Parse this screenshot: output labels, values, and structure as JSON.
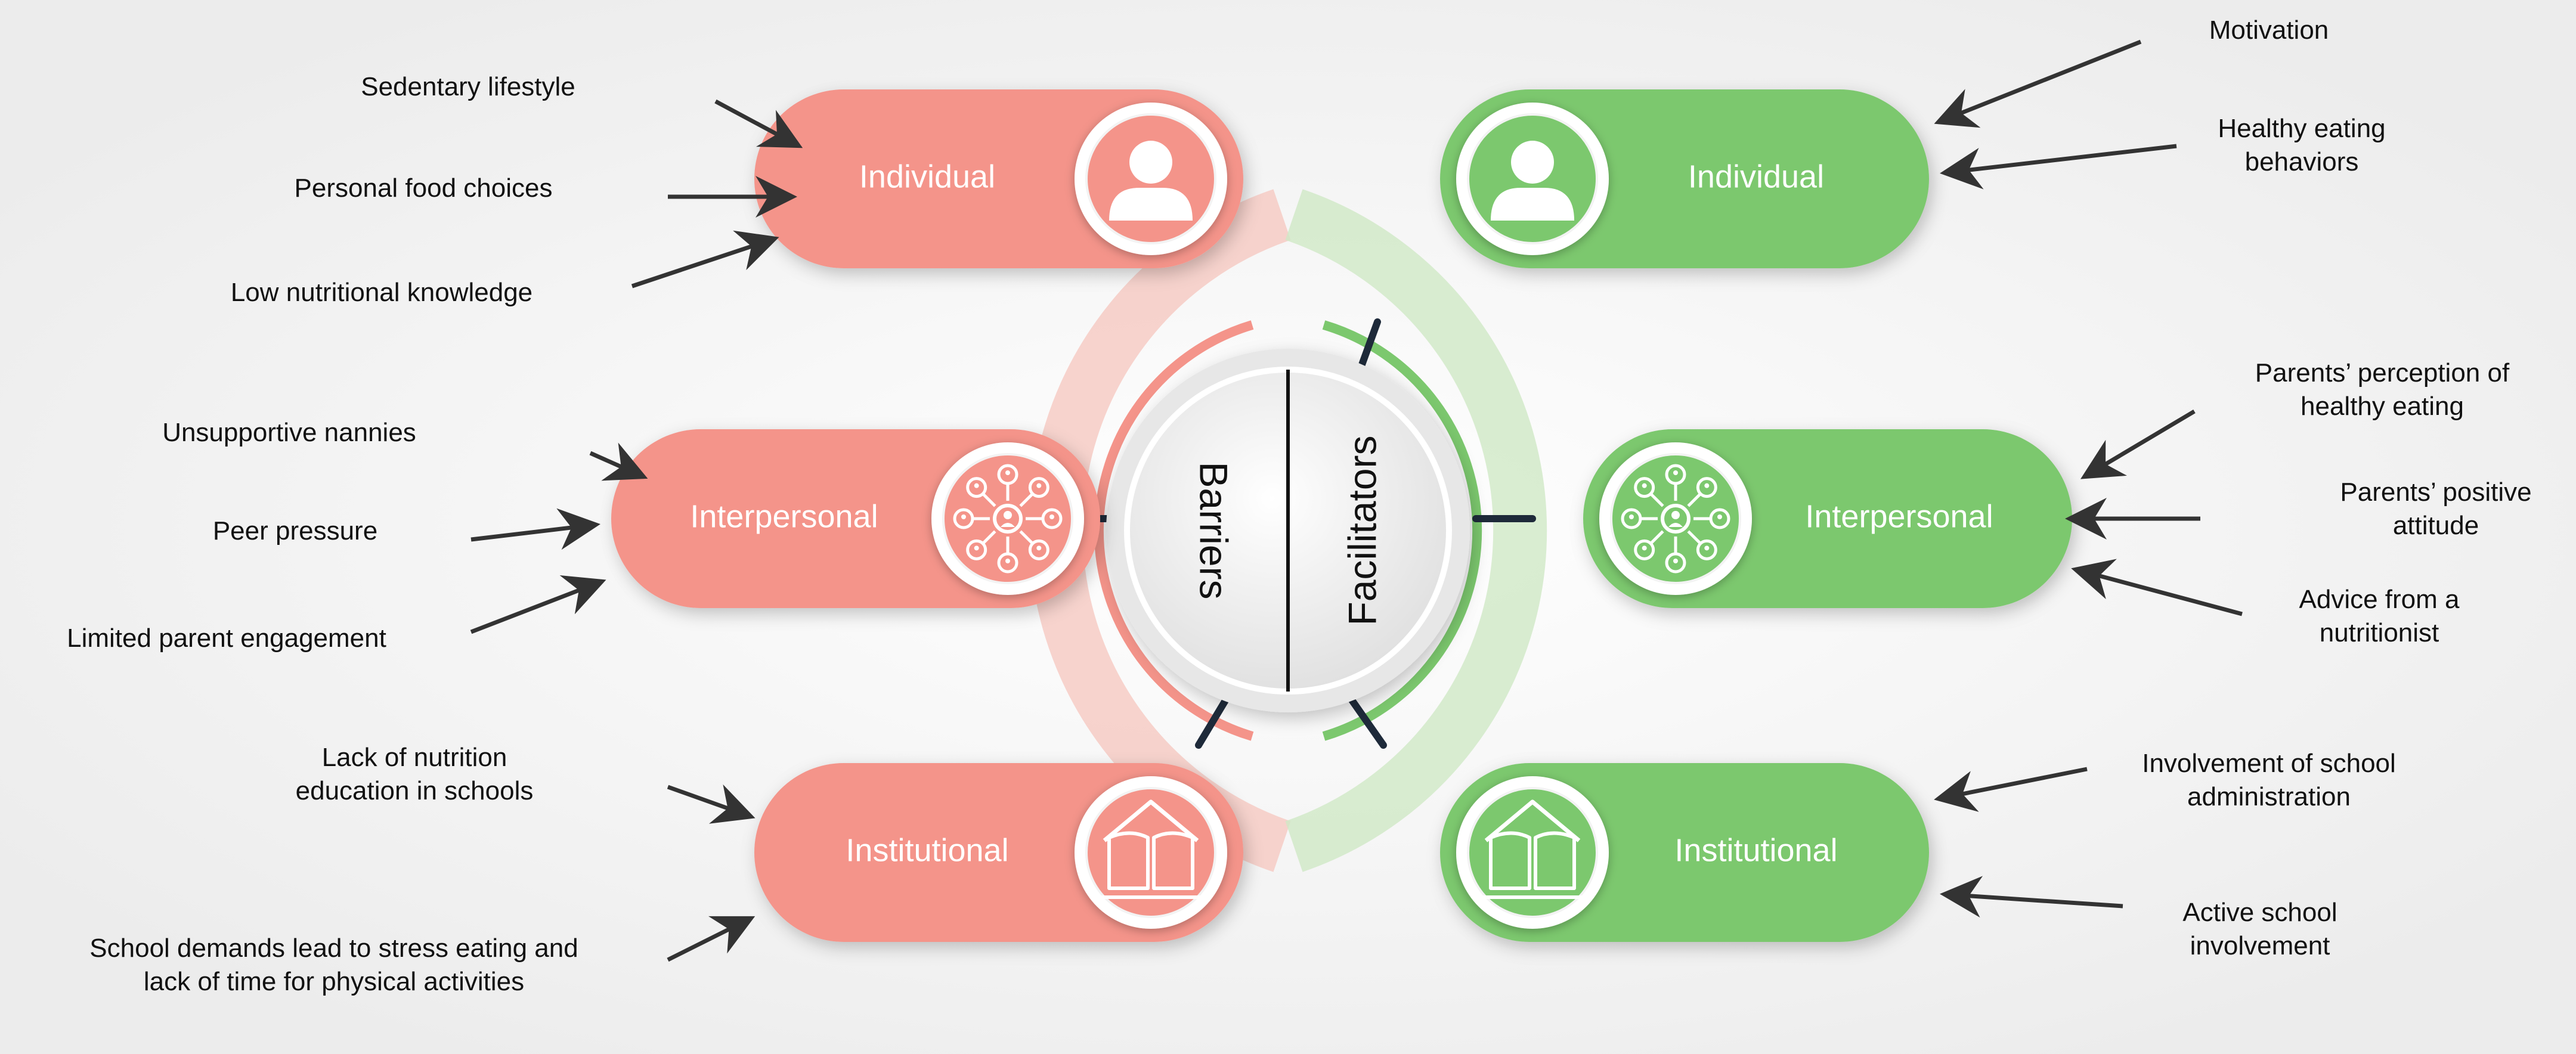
{
  "colors": {
    "barrier": "#F4948A",
    "barrier_ring": "#F5C6BE",
    "facilitator": "#7CC86E",
    "facilitator_ring": "#CFE8C5",
    "connector": "#1E2A3A",
    "arrow": "#333333",
    "text": "#111111",
    "pill_text": "#ffffff",
    "background": "#ffffff"
  },
  "center": {
    "left_label": "Barriers",
    "right_label": "Facilitators"
  },
  "barriers": [
    {
      "level": "Individual",
      "icon": "person-icon",
      "factors": [
        [
          "Sedentary lifestyle"
        ],
        [
          "Personal food choices"
        ],
        [
          "Low nutritional knowledge"
        ]
      ]
    },
    {
      "level": "Interpersonal",
      "icon": "network-icon",
      "factors": [
        [
          "Unsupportive nannies"
        ],
        [
          "Peer pressure"
        ],
        [
          "Limited parent engagement"
        ]
      ]
    },
    {
      "level": "Institutional",
      "icon": "school-book-icon",
      "factors": [
        [
          "Lack of nutrition",
          "education in schools"
        ],
        [
          "School demands lead to stress eating and",
          "lack of time for physical activities"
        ]
      ]
    }
  ],
  "facilitators": [
    {
      "level": "Individual",
      "icon": "person-icon",
      "factors": [
        [
          "Motivation"
        ],
        [
          "Healthy eating",
          "behaviors"
        ]
      ]
    },
    {
      "level": "Interpersonal",
      "icon": "network-icon",
      "factors": [
        [
          "Parents’ perception of",
          "healthy eating"
        ],
        [
          "Parents’ positive",
          "attitude"
        ],
        [
          "Advice from a",
          "nutritionist"
        ]
      ]
    },
    {
      "level": "Institutional",
      "icon": "school-book-icon",
      "factors": [
        [
          "Involvement of school",
          "administration"
        ],
        [
          "Active school",
          "involvement"
        ]
      ]
    }
  ]
}
